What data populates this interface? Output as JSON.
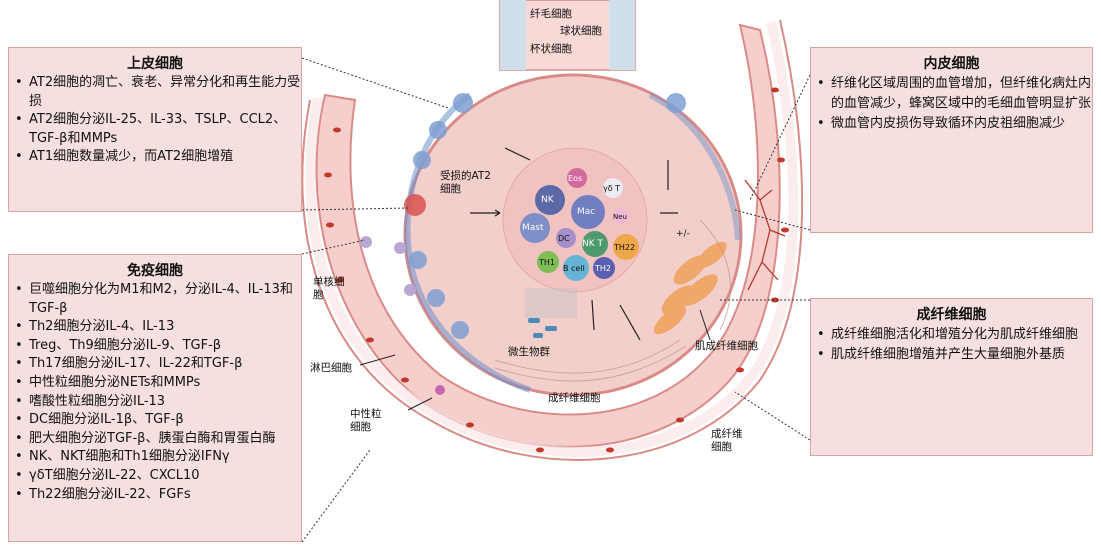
{
  "epithelial": {
    "title": "上皮细胞",
    "items": [
      "AT2细胞的凋亡、衰老、异常分化和再生能力受损",
      "AT2细胞分泌IL-25、IL-33、TSLP、CCL2、TGF-β和MMPs",
      "AT1细胞数量减少，而AT2细胞增殖"
    ]
  },
  "immune": {
    "title": "免疫细胞",
    "items": [
      "巨噬细胞分化为M1和M2，分泌IL-4、IL-13和TGF-β",
      "Th2细胞分泌IL-4、IL-13",
      "Treg、Th9细胞分泌IL-9、TGF-β",
      "Th17细胞分泌IL-17、IL-22和TGF-β",
      "中性粒细胞分泌NETs和MMPs",
      "嗜酸性粒细胞分泌IL-13",
      "DC细胞分泌IL-1β、TGF-β",
      "肥大细胞分泌TGF-β、胰蛋白酶和胃蛋白酶",
      "NK、NKT细胞和Th1细胞分泌IFNγ",
      "γδT细胞分泌IL-22、CXCL10",
      "Th22细胞分泌IL-22、FGFs"
    ]
  },
  "endothelial": {
    "title": "内皮细胞",
    "items": [
      "纤维化区域周围的血管增加，但纤维化病灶内的血管减少，蜂窝区域中的毛细血管明显扩张",
      "微血管内皮损伤导致循环内皮祖细胞减少"
    ]
  },
  "fibroblast": {
    "title": "成纤维细胞",
    "items": [
      "成纤维细胞活化和增殖分化为肌成纤维细胞",
      "肌成纤维细胞增殖并产生大量细胞外基质"
    ]
  },
  "diagram": {
    "airway_labels": [
      "纤毛细胞",
      "球状细胞",
      "杯状细胞"
    ],
    "damaged_at2": "受损的AT2细胞",
    "monocyte": "单核细胞",
    "lymphocyte": "淋巴细胞",
    "neutrophil": "中性粒细胞",
    "microbiota": "微生物群",
    "fibroblast_inner": "成纤维细胞",
    "myofibroblast": "肌成纤维细胞",
    "fibroblast_outer": "成纤维细胞",
    "immune_cells": [
      "NK",
      "Mac",
      "Mast",
      "DC",
      "NK T",
      "TH22",
      "Eos",
      "γδ T",
      "Neu",
      "TH1",
      "B cell",
      "TH2"
    ],
    "plus_minus": "+/-"
  },
  "colors": {
    "box_fill": "#f6e0df",
    "box_border": "#d9a5a2",
    "alveolus_fill": "#f3cfcc",
    "vessel": "#e8a9a6",
    "rbc": "#c0392b"
  }
}
